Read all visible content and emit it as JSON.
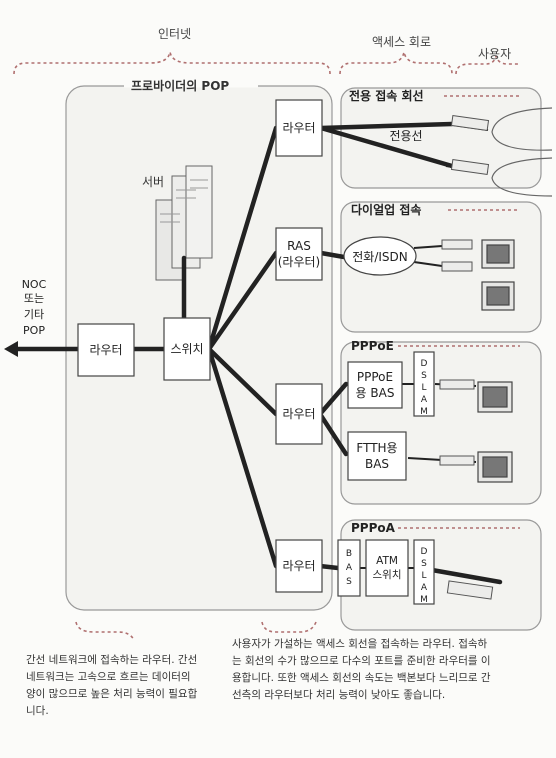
{
  "headers": {
    "internet": "인터넷",
    "access_line": "액세스 회로",
    "user": "사용자"
  },
  "pop_title": "프로바이더의 POP",
  "server_label": "서버",
  "noc": [
    "NOC",
    "또는",
    "기타",
    "POP"
  ],
  "boxes": {
    "router_left": "라우터",
    "switch": "스위치",
    "router_top": "라우터",
    "ras": [
      "RAS",
      "(라우터)"
    ],
    "router_mid": "라우터",
    "router_bottom": "라우터",
    "pppoe_bas": [
      "PPPoE",
      "용 BAS"
    ],
    "ftth_bas": [
      "FTTH용",
      "BAS"
    ],
    "bas_v": [
      "B",
      "A",
      "S"
    ],
    "atm_switch": [
      "ATM",
      "스위치"
    ],
    "dslam_v": [
      "D",
      "S",
      "L",
      "A",
      "M"
    ]
  },
  "sections": {
    "dedicated": "전용 접속 회선",
    "dedicated_line": "전용선",
    "dialup": "다이얼업 접속",
    "phone": "전화/ISDN",
    "pppoe": "PPPoE",
    "pppoa": "PPPoA"
  },
  "captions": {
    "left": "간선 네트워크에 접속하는 라우터. 간선 네트워크는 고속으로 흐르는 데이터의 양이 많으므로 높은 처리 능력이 필요합니다.",
    "right": "사용자가 가설하는 액세스 회선을 접속하는 라우터. 접속하는 회선의 수가 많으므로 다수의 포트를 준비한 라우터를 이용합니다. 또한 액세스 회선의 속도는 백본보다 느리므로 간선측의 라우터보다 처리 능력이 낮아도 좋습니다."
  }
}
